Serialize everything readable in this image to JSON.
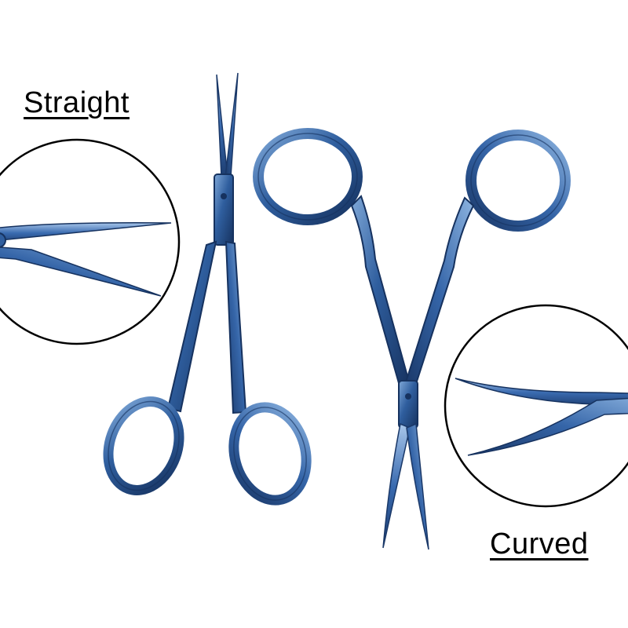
{
  "labels": {
    "straight": "Straight",
    "curved": "Curved"
  },
  "colors": {
    "steel_blue": "#2f5e9e",
    "steel_dark": "#16325f",
    "steel_light": "#7fa8d8",
    "background": "#ffffff",
    "text": "#000000"
  },
  "items": [
    {
      "name": "straight-scissors",
      "blade_type": "straight"
    },
    {
      "name": "curved-scissors",
      "blade_type": "curved"
    }
  ]
}
